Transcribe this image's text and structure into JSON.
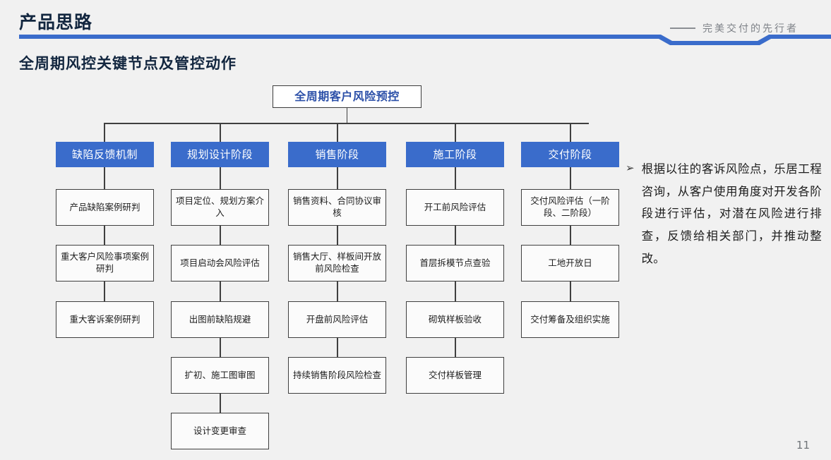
{
  "header": {
    "title": "产品思路",
    "tagline": "完美交付的先行者",
    "subtitle": "全周期风控关键节点及管控动作",
    "accent_color": "#3a6ccb",
    "title_color": "#12263f"
  },
  "diagram": {
    "root": "全周期客户风险预控",
    "columns": [
      {
        "phase": "缺陷反馈机制",
        "items": [
          "产品缺陷案例研判",
          "重大客户风险事项案例研判",
          "重大客诉案例研判"
        ]
      },
      {
        "phase": "规划设计阶段",
        "items": [
          "项目定位、规划方案介入",
          "项目启动会风险评估",
          "出图前缺陷规避",
          "扩初、施工图审图",
          "设计变更审查"
        ]
      },
      {
        "phase": "销售阶段",
        "items": [
          "销售资料、合同协议审核",
          "销售大厅、样板间开放前风险检查",
          "开盘前风险评估",
          "持续销售阶段风险检查"
        ]
      },
      {
        "phase": "施工阶段",
        "items": [
          "开工前风险评估",
          "首层拆模节点查验",
          "砌筑样板验收",
          "交付样板管理"
        ]
      },
      {
        "phase": "交付阶段",
        "items": [
          "交付风险评估（一阶段、二阶段）",
          "工地开放日",
          "交付筹备及组织实施"
        ]
      }
    ]
  },
  "note": {
    "bullet": "➢",
    "text": "根据以往的客诉风险点，乐居工程咨询，从客户使用角度对开发各阶段进行评估，对潜在风险进行排查，反馈给相关部门，并推动整改。"
  },
  "footer": {
    "page_number": "11"
  }
}
